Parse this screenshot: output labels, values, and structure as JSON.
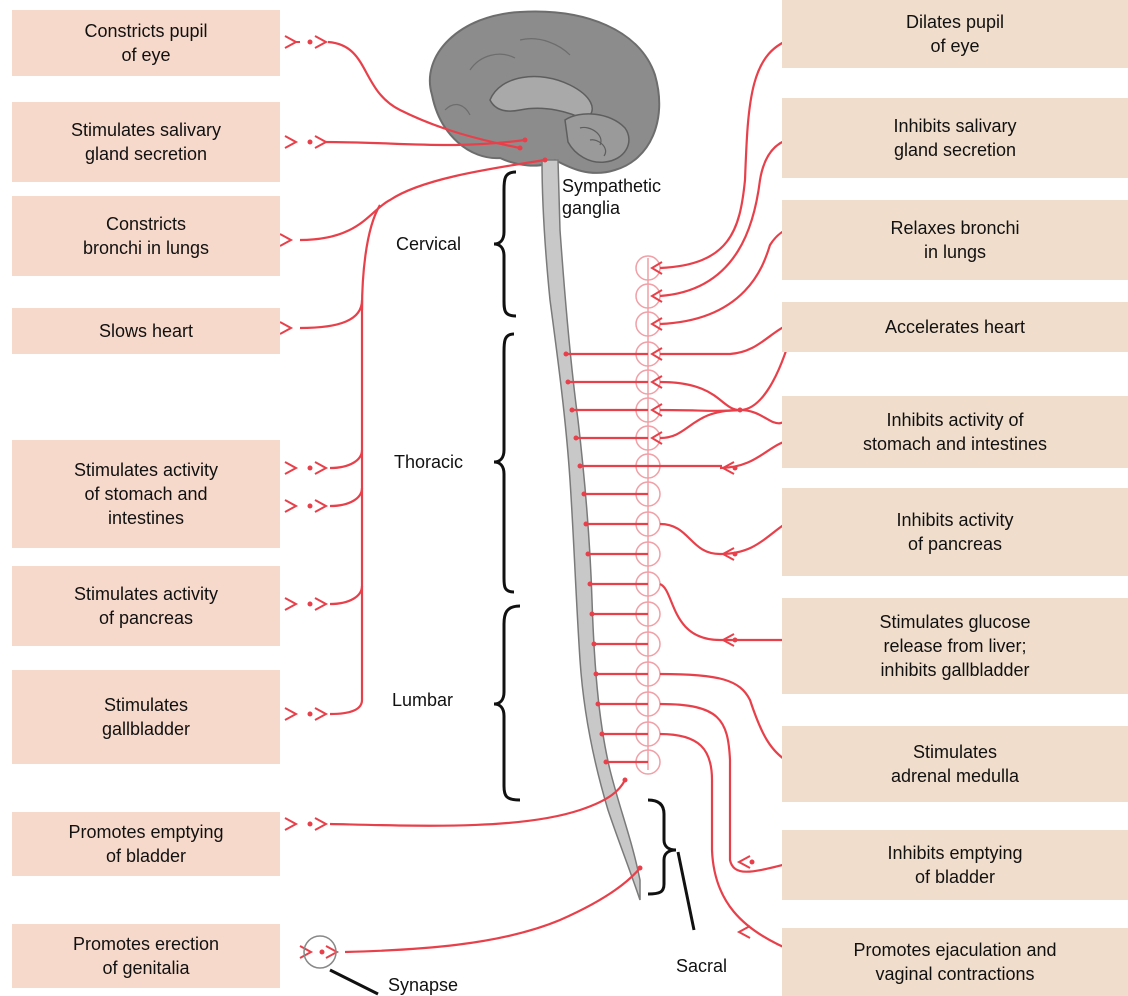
{
  "parasympathetic_effects": [
    "Constricts pupil\nof eye",
    "Stimulates salivary\ngland secretion",
    "Constricts\nbronchi in lungs",
    "Slows heart",
    "Stimulates activity\nof stomach and\nintestines",
    "Stimulates activity\nof pancreas",
    "Stimulates\ngallbladder",
    "Promotes emptying\nof bladder",
    "Promotes erection\nof genitalia"
  ],
  "sympathetic_effects": [
    "Dilates pupil\nof eye",
    "Inhibits salivary\ngland secretion",
    "Relaxes bronchi\nin lungs",
    "Accelerates heart",
    "Inhibits activity of\nstomach and intestines",
    "Inhibits activity\nof pancreas",
    "Stimulates glucose\nrelease from liver;\ninhibits gallbladder",
    "Stimulates\nadrenal medulla",
    "Inhibits emptying\nof bladder",
    "Promotes ejaculation and\nvaginal contractions"
  ],
  "region_labels": {
    "cervical": "Cervical",
    "thoracic": "Thoracic",
    "lumbar": "Lumbar",
    "sacral": "Sacral"
  },
  "annotations": {
    "sympathetic_ganglia": "Sympathetic\nganglia",
    "synapse": "Synapse"
  },
  "colors": {
    "nerve": "#e8404a",
    "box_left": "#f6d9cb",
    "box_right": "#f0ddcc",
    "brain": "#8c8c8c",
    "spinal_cord": "#c8c8c8"
  }
}
